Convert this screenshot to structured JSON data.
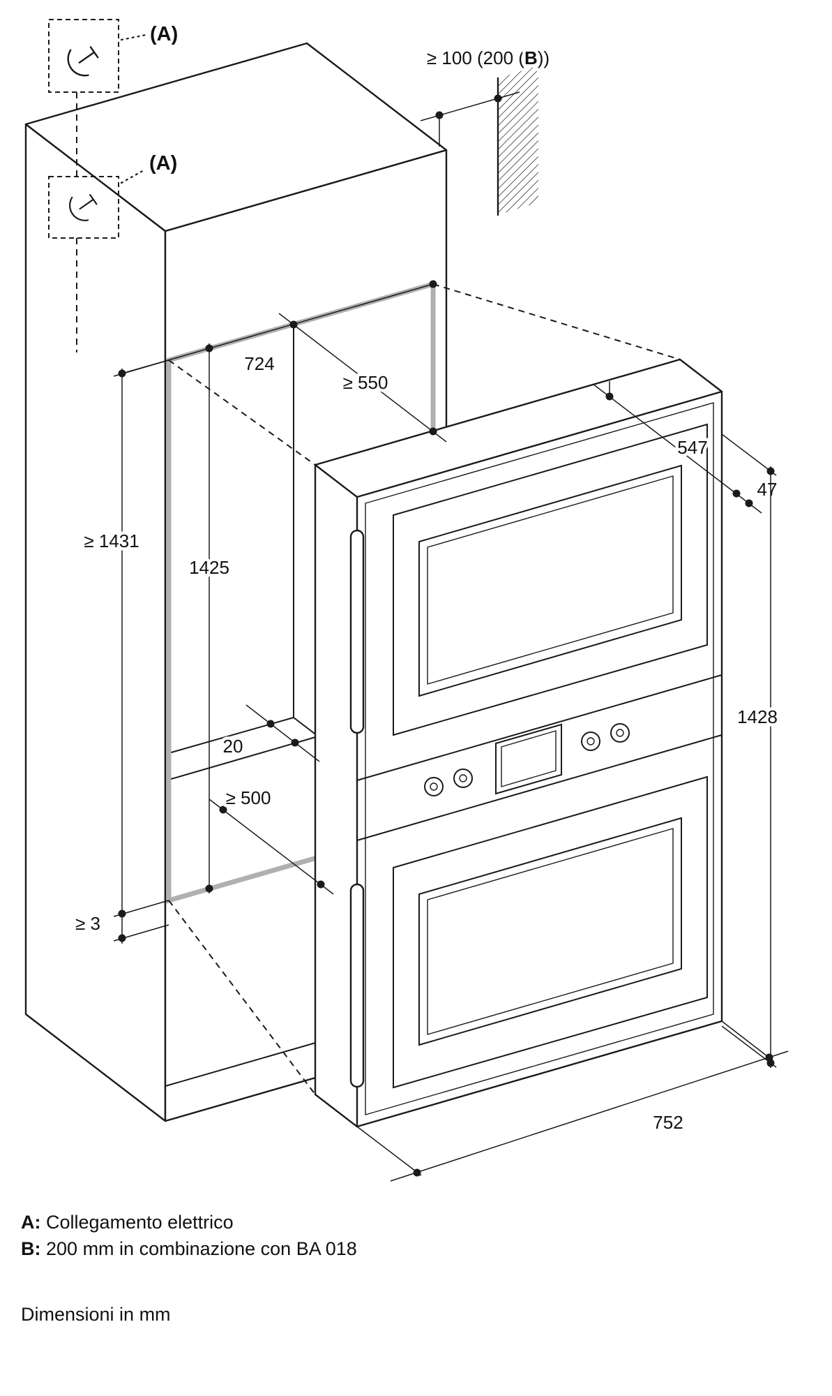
{
  "page": {
    "background": "#ffffff"
  },
  "diagram": {
    "connection_labels": {
      "top": "(A)",
      "side": "(A)"
    },
    "dimensions": {
      "wall_clearance": {
        "prefix": "≥ 100 (200 (",
        "bold": "B",
        "suffix": "))"
      },
      "niche_width": "724",
      "niche_depth": "≥ 550",
      "appliance_depth": "547",
      "front_frame": "47",
      "overall_height": "≥ 1431",
      "niche_height": "1425",
      "rear_gap": "20",
      "support_depth": "≥ 500",
      "bottom_clearance": "≥ 3",
      "appliance_height": "1428",
      "appliance_width": "752"
    },
    "legend": {
      "a_key": "A:",
      "a_text": "Collegamento elettrico",
      "b_key": "B:",
      "b_text": "200 mm in combinazione con BA 018",
      "units": "Dimensioni in mm"
    },
    "colors": {
      "line": "#1a1a1a",
      "niche_frame": "#b0b0b0"
    }
  }
}
